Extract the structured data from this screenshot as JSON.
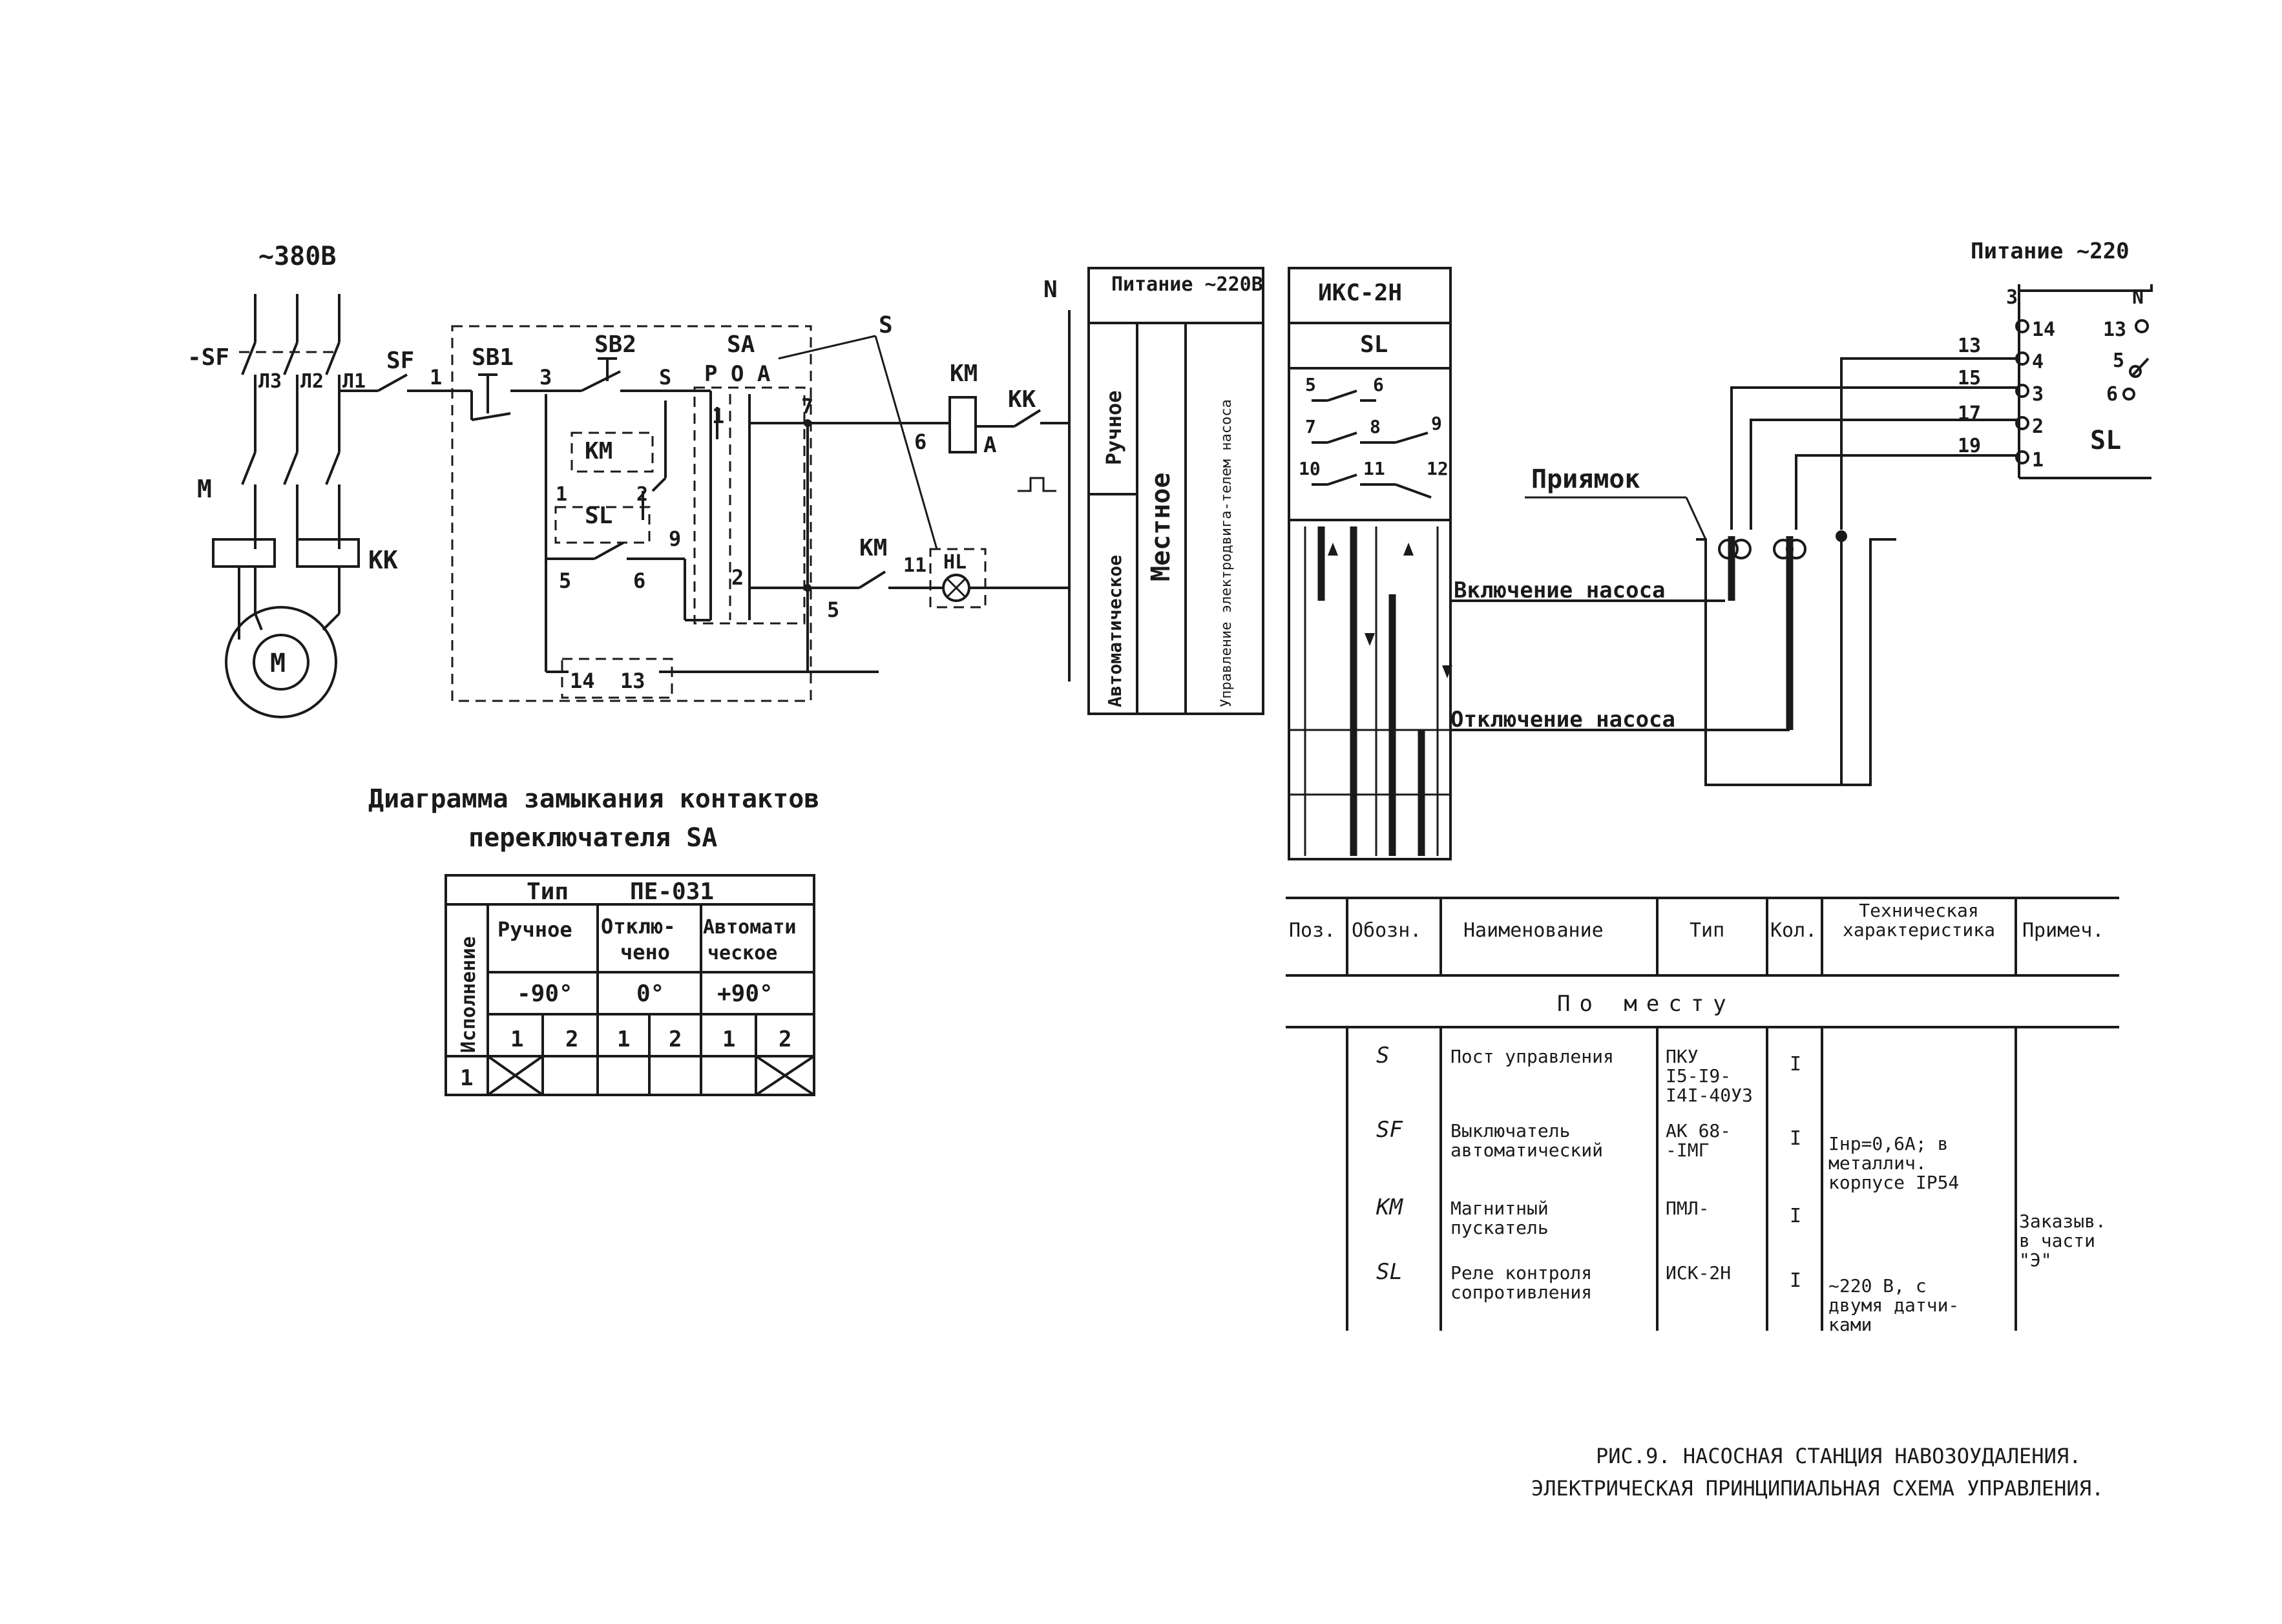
{
  "diagram": {
    "supply_voltage": "~380В",
    "breaker_label": "-SF",
    "phase_labels": [
      "Л3",
      "Л2",
      "Л1"
    ],
    "motor_contacts_label": "М",
    "thermal_relay_label": "КК",
    "motor_symbol": "М",
    "control_breaker_label": "SF",
    "node_1": "1",
    "button_sb1": "SB1",
    "node_3": "3",
    "button_sb2": "SB2",
    "node_s": "S",
    "switch_sa": "SA",
    "switch_positions": "Р О А",
    "station_label_s": "S",
    "neutral_label": "N",
    "node_7": "7",
    "node_6": "6",
    "coil_km": "КМ",
    "contact_kk": "КК",
    "contact_a": "А",
    "km_aux_label": "КМ",
    "km_aux_1": "1",
    "km_aux_2": "2",
    "sl_contact_label": "SL",
    "node_5a": "5",
    "node_6a": "6",
    "node_9": "9",
    "sa_contact_1": "1",
    "sa_contact_2": "2",
    "node_5b": "5",
    "km_contact_label": "КМ",
    "node_11": "11",
    "lamp_label": "HL",
    "node_14": "14",
    "node_13": "13"
  },
  "left_panel": {
    "title": "Питание ~220В",
    "col_hand": "Ручное",
    "col_auto": "Автоматическое",
    "col_local": "Местное",
    "col_purpose": "Управление электродвига-телем насоса"
  },
  "iks_panel": {
    "title": "ИКС-2Н",
    "subtitle": "SL",
    "contacts": [
      "5",
      "6",
      "7",
      "8",
      "9",
      "10",
      "11",
      "12"
    ]
  },
  "sensor": {
    "pit_label": "Приямок",
    "pump_on": "Включение насоса",
    "pump_off": "Отключение насоса"
  },
  "right_block": {
    "title": "Питание ~220",
    "top_left": "3",
    "top_right": "N",
    "terminals_left": [
      "14",
      "4",
      "3",
      "2",
      "1"
    ],
    "terminals_right": [
      "13",
      "5",
      "6"
    ],
    "wire_numbers": [
      "13",
      "15",
      "17",
      "19"
    ],
    "device_label": "SL"
  },
  "contact_diagram": {
    "title_line1": "Диаграмма замыкания контактов",
    "title_line2": "переключателя SA",
    "type_label": "Тип",
    "type_value": "ПЕ-031",
    "row_header": "Исполнение",
    "groups": [
      {
        "name_line1": "Ручное",
        "name_line2": "",
        "angle": "-90°"
      },
      {
        "name_line1": "Отклю-",
        "name_line2": "чено",
        "angle": "0°"
      },
      {
        "name_line1": "Автомати",
        "name_line2": "ческое",
        "angle": "+90°"
      }
    ],
    "contact_numbers": [
      "1",
      "2",
      "1",
      "2",
      "1",
      "2"
    ],
    "row_number": "1",
    "closed_marks": [
      true,
      false,
      false,
      false,
      false,
      true
    ]
  },
  "spec_table": {
    "headers": [
      "Поз.",
      "Обозн.",
      "Наименование",
      "Тип",
      "Кол.",
      "Техническая характеристика",
      "Примеч."
    ],
    "section_title": "По месту",
    "rows": [
      {
        "pos": "",
        "code": "S",
        "name": [
          "Пост управления"
        ],
        "type": [
          "ПКУ",
          "I5-I9-",
          "I4I-40У3"
        ],
        "qty": "I",
        "tech": [],
        "note": []
      },
      {
        "pos": "",
        "code": "SF",
        "name": [
          "Выключатель",
          "автоматический"
        ],
        "type": [
          "АК 68-",
          "-IМГ"
        ],
        "qty": "I",
        "tech": [
          "Iнр=0,6А; в",
          "металлич.",
          "корпусе IP54"
        ],
        "note": []
      },
      {
        "pos": "",
        "code": "КМ",
        "name": [
          "Магнитный",
          "пускатель"
        ],
        "type": [
          "ПМЛ-"
        ],
        "qty": "I",
        "tech": [],
        "note": [
          "Заказыв.",
          "в части",
          "\"Э\""
        ]
      },
      {
        "pos": "",
        "code": "SL",
        "name": [
          "Реле контроля",
          "сопротивления"
        ],
        "type": [
          "ИСК-2Н"
        ],
        "qty": "I",
        "tech": [
          "~220 В, с",
          "двумя датчи-",
          "ками"
        ],
        "note": []
      }
    ]
  },
  "caption": {
    "line1": "РИС.9. НАСОСНАЯ СТАНЦИЯ НАВОЗОУДАЛЕНИЯ.",
    "line2": "ЭЛЕКТРИЧЕСКАЯ ПРИНЦИПИАЛЬНАЯ СХЕМА УПРАВЛЕНИЯ."
  }
}
